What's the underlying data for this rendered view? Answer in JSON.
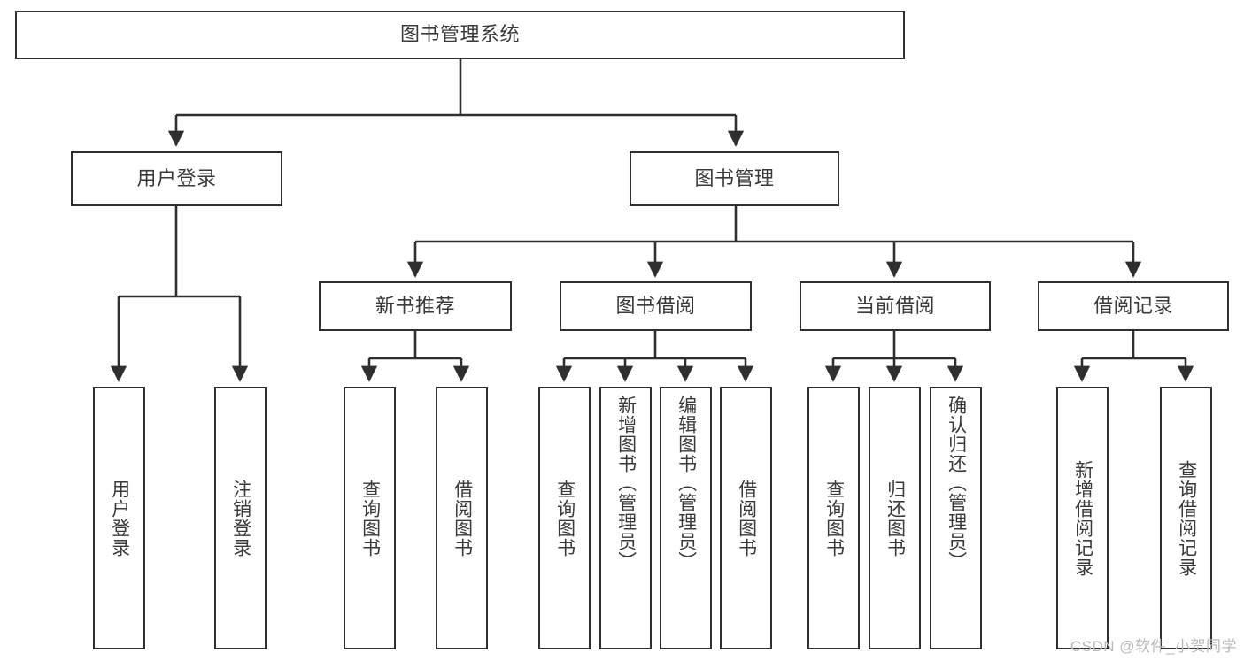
{
  "diagram": {
    "type": "tree-hierarchy",
    "title": "图书管理系统",
    "watermark": "CSDN @软件_小贺同学",
    "colors": {
      "stroke": "#2f2f2f",
      "fill": "#ffffff",
      "text": "#3a3a3a",
      "watermark": "#b9b9b9"
    },
    "levels": [
      {
        "level": 1,
        "nodes": [
          {
            "id": "root",
            "label": "图书管理系统",
            "orientation": "horizontal"
          }
        ]
      },
      {
        "level": 2,
        "nodes": [
          {
            "id": "user-login",
            "label": "用户登录",
            "orientation": "horizontal",
            "parent": "root"
          },
          {
            "id": "book-manage",
            "label": "图书管理",
            "orientation": "horizontal",
            "parent": "root"
          }
        ]
      },
      {
        "level": 3,
        "nodes": [
          {
            "id": "new-book-rec",
            "label": "新书推荐",
            "orientation": "horizontal",
            "parent": "book-manage"
          },
          {
            "id": "book-borrow",
            "label": "图书借阅",
            "orientation": "horizontal",
            "parent": "book-manage"
          },
          {
            "id": "current-borrow",
            "label": "当前借阅",
            "orientation": "horizontal",
            "parent": "book-manage"
          },
          {
            "id": "borrow-record",
            "label": "借阅记录",
            "orientation": "horizontal",
            "parent": "book-manage"
          }
        ]
      },
      {
        "level": 4,
        "nodes": [
          {
            "id": "leaf-user-login",
            "label": "用户登录",
            "orientation": "vertical",
            "parent": "user-login"
          },
          {
            "id": "leaf-logout",
            "label": "注销登录",
            "orientation": "vertical",
            "parent": "user-login"
          },
          {
            "id": "leaf-query-book-1",
            "label": "查询图书",
            "orientation": "vertical",
            "parent": "new-book-rec"
          },
          {
            "id": "leaf-borrow-book-1",
            "label": "借阅图书",
            "orientation": "vertical",
            "parent": "new-book-rec"
          },
          {
            "id": "leaf-query-book-2",
            "label": "查询图书",
            "orientation": "vertical",
            "parent": "book-borrow"
          },
          {
            "id": "leaf-add-book",
            "label": "新增图书（管理员）",
            "orientation": "vertical",
            "parent": "book-borrow"
          },
          {
            "id": "leaf-edit-book",
            "label": "编辑图书（管理员）",
            "orientation": "vertical",
            "parent": "book-borrow"
          },
          {
            "id": "leaf-borrow-book-2",
            "label": "借阅图书",
            "orientation": "vertical",
            "parent": "book-borrow"
          },
          {
            "id": "leaf-query-book-3",
            "label": "查询图书",
            "orientation": "vertical",
            "parent": "current-borrow"
          },
          {
            "id": "leaf-return-book",
            "label": "归还图书",
            "orientation": "vertical",
            "parent": "current-borrow"
          },
          {
            "id": "leaf-confirm-return",
            "label": "确认归还（管理员）",
            "orientation": "vertical",
            "parent": "current-borrow"
          },
          {
            "id": "leaf-add-record",
            "label": "新增借阅记录",
            "orientation": "vertical",
            "parent": "borrow-record"
          },
          {
            "id": "leaf-query-record",
            "label": "查询借阅记录",
            "orientation": "vertical",
            "parent": "borrow-record"
          }
        ]
      }
    ]
  }
}
